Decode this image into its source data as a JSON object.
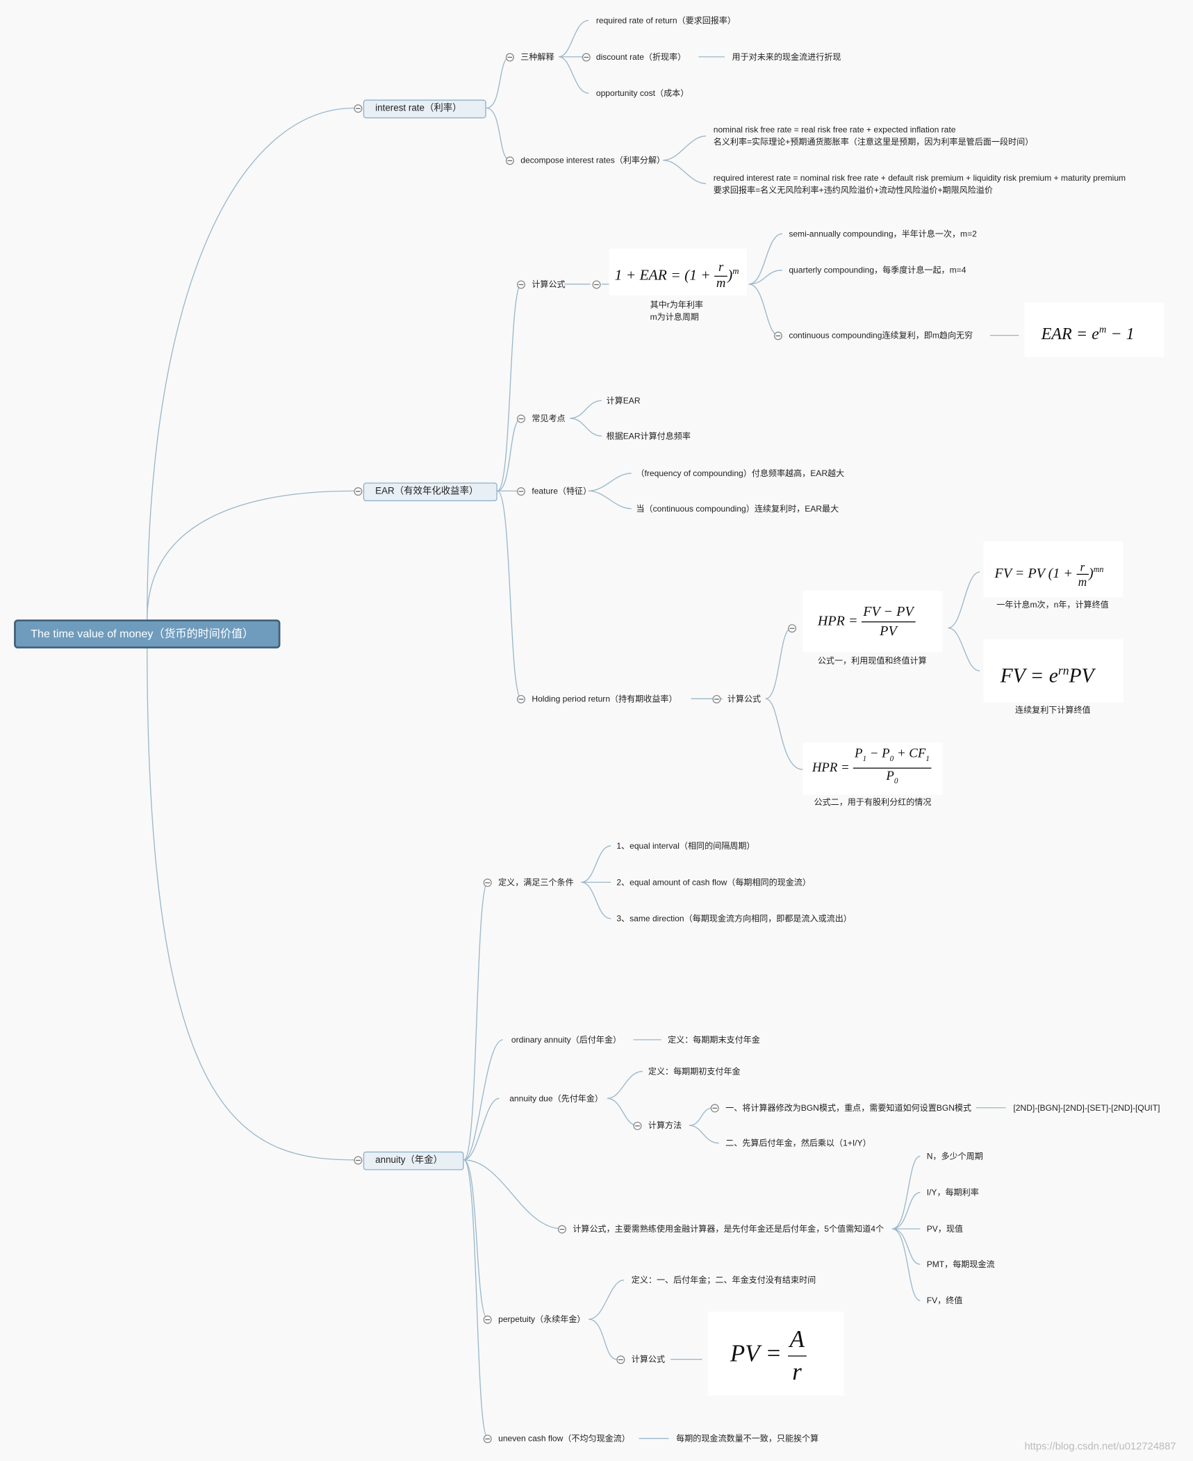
{
  "root": "The time value of money（货币的时间价值）",
  "interest": {
    "label": "interest rate（利率）",
    "three": "三种解释",
    "t1": "required rate of return（要求回报率）",
    "t2": "discount rate（折现率）",
    "t2_note": "用于对未来的现金流进行折现",
    "t3": "opportunity cost（成本）",
    "decompose": "decompose interest rates（利率分解）",
    "d1_line1": "nominal risk free rate = real risk free rate + expected inflation rate",
    "d1_line2": "名义利率=实际理论+预期通货膨胀率（注意这里是预期，因为利率是管后面一段时间）",
    "d2_line1": "required interest rate = nominal risk free rate + default risk premium + liquidity risk premium + maturity premium",
    "d2_line2": "要求回报率=名义无风险利率+违约风险溢价+流动性风险溢价+期限风险溢价"
  },
  "ear": {
    "label": "EAR（有效年化收益率）",
    "calc": "计算公式",
    "formula_note1": "其中r为年利率",
    "formula_note2": "m为计息周期",
    "semi": "semi-annually compounding，半年计息一次，m=2",
    "quarterly": "quarterly compounding，每季度计息一起，m=4",
    "continuous": "continuous compounding连续复利，即m趋向无穷",
    "common": "常见考点",
    "c1": "计算EAR",
    "c2": "根据EAR计算付息频率",
    "feature": "feature（特征）",
    "f1": "（frequency of compounding）付息频率越高，EAR越大",
    "f2": "当（continuous compounding）连续复利时，EAR最大",
    "hpr": "Holding period return（持有期收益率）",
    "hpr_calc": "计算公式",
    "hpr_note1": "公式一，利用现值和终值计算",
    "fv_note1": "一年计息m次，n年，计算终值",
    "fv_note2": "连续复利下计算终值",
    "hpr_note2": "公式二，用于有股利分红的情况"
  },
  "annuity": {
    "label": "annuity（年金）",
    "def": "定义，满足三个条件",
    "a1": "1、equal interval（相同的间隔周期）",
    "a2": "2、equal amount of cash flow（每期相同的现金流）",
    "a3": "3、same direction（每期现金流方向相同，即都是流入或流出）",
    "ordinary": "ordinary annuity（后付年金）",
    "ordinary_def": "定义：每期期末支付年金",
    "due": "annuity due（先付年金）",
    "due_def": "定义：每期期初支付年金",
    "due_calc": "计算方法",
    "due_m1": "一、将计算器修改为BGN模式，重点，需要知道如何设置BGN模式",
    "due_keys": "[2ND]-[BGN]-[2ND]-[SET]-[2ND]-[QUIT]",
    "due_m2": "二、先算后付年金，然后乘以（1+I/Y）",
    "calc": "计算公式，主要需熟练使用金融计算器，是先付年金还是后付年金，5个值需知道4个",
    "k1": "N，多少个周期",
    "k2": "I/Y，每期利率",
    "k3": "PV，现值",
    "k4": "PMT，每期现金流",
    "k5": "FV，终值",
    "perp": "perpetuity（永续年金）",
    "perp_def": "定义：一、后付年金；二、年金支付没有结束时间",
    "perp_calc": "计算公式",
    "uneven": "uneven cash flow（不均匀现金流）",
    "uneven_note": "每期的现金流数量不一致，只能挨个算"
  },
  "watermark": "https://blog.csdn.net/u012724887"
}
